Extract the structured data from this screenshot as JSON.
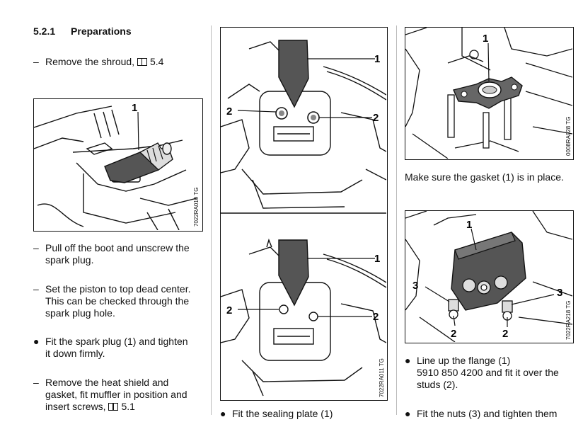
{
  "section": {
    "number": "5.2.1",
    "title": "Preparations"
  },
  "col1": {
    "items": [
      {
        "bullet": "–",
        "text": "Remove the shroud,",
        "ref": "5.4"
      },
      {
        "bullet": "–",
        "lines": [
          "Pull off the boot and unscrew the",
          "spark plug."
        ]
      },
      {
        "bullet": "–",
        "lines": [
          "Set the piston to top dead center.",
          "This can be checked through the",
          "spark plug hole."
        ]
      },
      {
        "bullet": "●",
        "lines": [
          "Fit the spark plug (1) and tighten",
          "it down firmly."
        ]
      },
      {
        "bullet": "–",
        "lines": [
          "Remove the heat shield and",
          "gasket, fit muffler in position and"
        ],
        "last": "insert screws,",
        "ref": "5.1"
      }
    ],
    "figure": {
      "code": "7022RA010 TG",
      "labels": [
        "1"
      ]
    }
  },
  "col2": {
    "figure_top": {
      "labels": [
        "1",
        "2",
        "2"
      ]
    },
    "figure_bottom": {
      "code": "7022RA011 TG",
      "labels": [
        "1",
        "2",
        "2"
      ]
    },
    "caption": {
      "bullet": "●",
      "text": "Fit the sealing plate (1)"
    }
  },
  "col3": {
    "figure_top": {
      "code": "0008RA028 TG",
      "labels": [
        "1"
      ]
    },
    "note": "Make sure the gasket (1) is in place.",
    "figure_bottom": {
      "code": "7022RA218 TG",
      "labels": [
        "1",
        "3",
        "3",
        "2",
        "2"
      ]
    },
    "items": [
      {
        "bullet": "●",
        "lines": [
          "Line up the flange (1)",
          "5910 850 4200 and fit it over the",
          "studs (2)."
        ]
      },
      {
        "bullet": "●",
        "text": "Fit the nuts (3) and tighten them"
      }
    ]
  }
}
